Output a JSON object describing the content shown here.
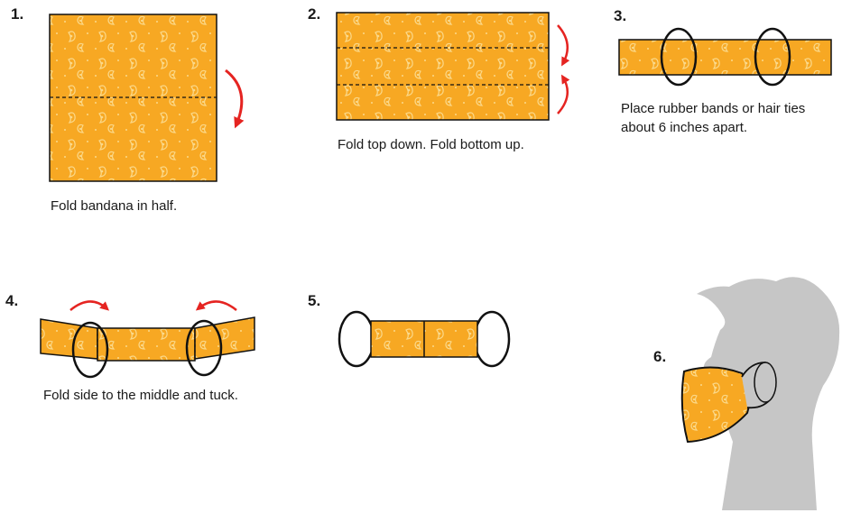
{
  "colors": {
    "fabric": "#F7A823",
    "paisley": "#FBD98A",
    "outline": "#111111",
    "arrow": "#E52421",
    "silhouette": "#C6C6C6"
  },
  "steps": [
    {
      "number": "1.",
      "caption": "Fold bandana in half."
    },
    {
      "number": "2.",
      "caption": "Fold top down. Fold bottom up."
    },
    {
      "number": "3.",
      "caption_lines": [
        "Place rubber bands or hair ties",
        "about 6 inches apart."
      ]
    },
    {
      "number": "4.",
      "caption": "Fold side to the middle and tuck."
    },
    {
      "number": "5."
    },
    {
      "number": "6."
    }
  ],
  "icons": [
    "fold-arrow-icon",
    "rubber-band-icon",
    "head-silhouette-icon",
    "paisley-pattern"
  ]
}
